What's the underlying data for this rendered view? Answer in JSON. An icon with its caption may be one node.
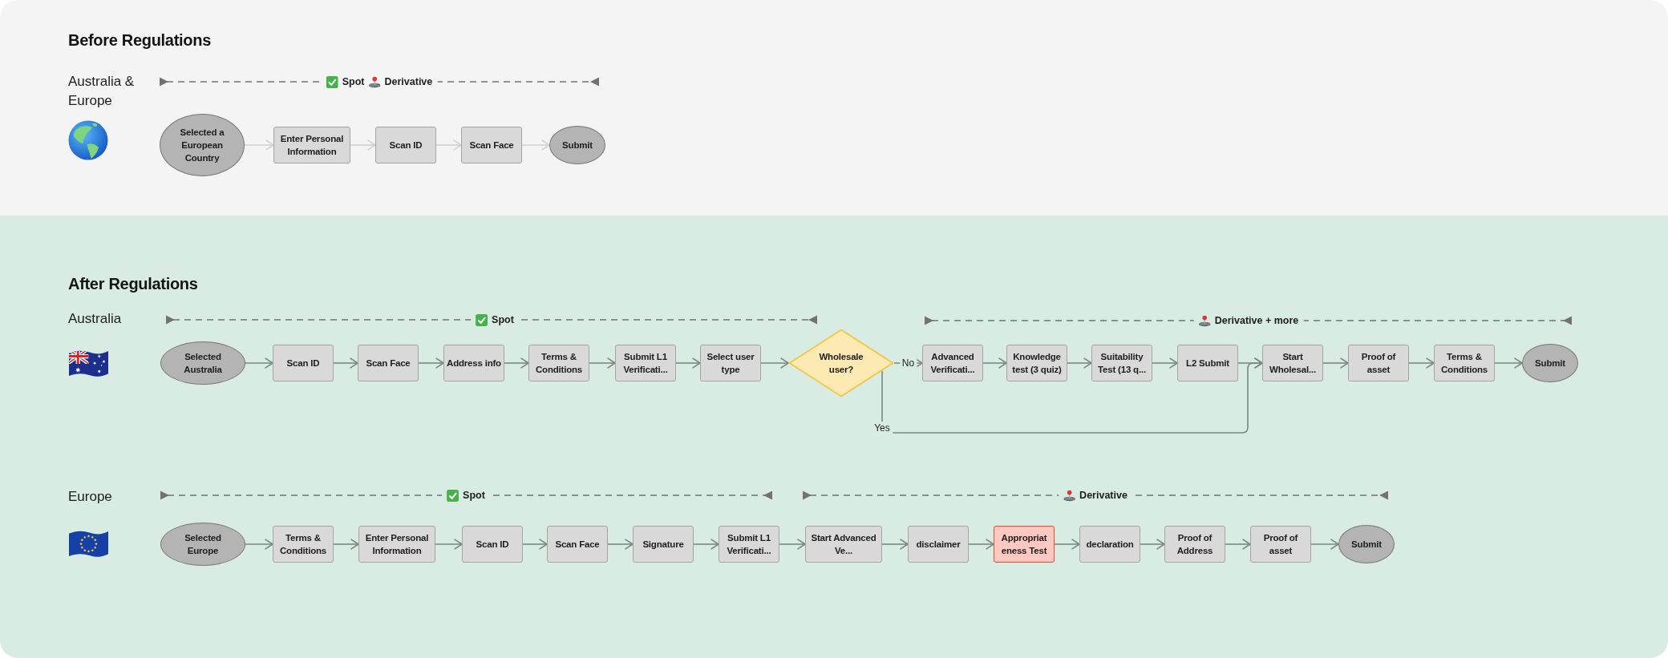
{
  "diagram": {
    "nodes": [
      {
        "text": [
          "Before Regulations"
        ]
      },
      {
        "text": [
          "Selected a European Country"
        ],
        "in": 0
      },
      {
        "text": [
          "Enter Personal Information"
        ],
        "in": 0
      },
      {
        "text": [
          "Scan ID"
        ],
        "in": 0
      },
      {
        "text": [
          "Scan Face"
        ],
        "in": 0
      },
      {
        "text": [
          "Submit"
        ],
        "in": 0
      },
      {
        "text": [
          "After Regulations"
        ]
      },
      {
        "text": [
          "Selected Australia"
        ],
        "in": 6
      },
      {
        "text": [
          "Scan ID"
        ],
        "in": 6
      },
      {
        "text": [
          "Scan Face"
        ],
        "in": 6
      },
      {
        "text": [
          "Address info"
        ],
        "in": 6
      },
      {
        "text": [
          "Terms & Conditions"
        ],
        "in": 6
      },
      {
        "text": [
          "Submit L1 Verificati..."
        ],
        "in": 6
      },
      {
        "text": [
          "Select user type"
        ],
        "in": 6
      },
      {
        "text": [
          "Wholesale user?"
        ],
        "in": 6
      },
      {
        "text": [
          "Advanced Verificati..."
        ],
        "in": 6
      },
      {
        "text": [
          "Knowledge test (3 quiz)"
        ],
        "in": 6
      },
      {
        "text": [
          "Suitability Test (13 q..."
        ],
        "in": 6
      },
      {
        "text": [
          "L2 Submit"
        ],
        "in": 6
      },
      {
        "text": [
          "Start Wholesal..."
        ],
        "in": 6
      },
      {
        "text": [
          "Proof of asset"
        ],
        "in": 6
      },
      {
        "text": [
          "Terms & Conditions"
        ],
        "in": 6
      },
      {
        "text": [
          "Submit"
        ],
        "in": 6
      },
      {
        "text": [
          "Selected Europe"
        ],
        "in": 6
      },
      {
        "text": [
          "Terms & Conditions"
        ],
        "in": 6
      },
      {
        "text": [
          "Enter Personal Information"
        ],
        "in": 6
      },
      {
        "text": [
          "Scan ID"
        ],
        "in": 6
      },
      {
        "text": [
          "Scan Face"
        ],
        "in": 6
      },
      {
        "text": [
          "Signature"
        ],
        "in": 6
      },
      {
        "text": [
          "Submit L1 Verificati..."
        ],
        "in": 6
      },
      {
        "text": [
          "Start Advanced Ve..."
        ],
        "in": 6
      },
      {
        "text": [
          "disclaimer"
        ],
        "in": 6
      },
      {
        "text": [
          "Appropriateness Test"
        ],
        "in": 6
      },
      {
        "text": [
          "declaration"
        ],
        "in": 6
      },
      {
        "text": [
          "Proof of Address"
        ],
        "in": 6
      },
      {
        "text": [
          "Proof of asset"
        ],
        "in": 6
      },
      {
        "text": [
          "Submit"
        ],
        "in": 6
      }
    ],
    "edges": [
      {
        "from": 1,
        "to": 2,
        "arrow": "to",
        "color": "#d0d0d0"
      },
      {
        "from": 2,
        "to": 3,
        "arrow": "to",
        "color": "#d0d0d0"
      },
      {
        "from": 3,
        "to": 4,
        "arrow": "to",
        "color": "#d0d0d0"
      },
      {
        "from": 4,
        "to": 5,
        "arrow": "to",
        "color": "#d0d0d0"
      },
      {
        "from": 7,
        "to": 8,
        "arrow": "to"
      },
      {
        "from": 8,
        "to": 9,
        "arrow": "to"
      },
      {
        "from": 9,
        "to": 10,
        "arrow": "to"
      },
      {
        "from": 10,
        "to": 11,
        "arrow": "to"
      },
      {
        "from": 11,
        "to": 12,
        "arrow": "to"
      },
      {
        "from": 12,
        "to": 13,
        "arrow": "to"
      },
      {
        "from": 13,
        "to": 14,
        "arrow": "to"
      },
      {
        "from": 14,
        "to": 15,
        "arrow": "to",
        "label": "No"
      },
      {
        "from": 15,
        "to": 16,
        "arrow": "to"
      },
      {
        "from": 16,
        "to": 17,
        "arrow": "to"
      },
      {
        "from": 17,
        "to": 18,
        "arrow": "to"
      },
      {
        "from": 18,
        "to": 19,
        "arrow": "to"
      },
      {
        "from": 19,
        "to": 20,
        "arrow": "to"
      },
      {
        "from": 20,
        "to": 21,
        "arrow": "to"
      },
      {
        "from": 21,
        "to": 22,
        "arrow": "to"
      },
      {
        "from": 14,
        "to": 19,
        "arrow": "to",
        "label": "Yes"
      },
      {
        "from": 23,
        "to": 24,
        "arrow": "to"
      },
      {
        "from": 24,
        "to": 25,
        "arrow": "to"
      },
      {
        "from": 25,
        "to": 26,
        "arrow": "to"
      },
      {
        "from": 26,
        "to": 27,
        "arrow": "to"
      },
      {
        "from": 27,
        "to": 28,
        "arrow": "to"
      },
      {
        "from": 28,
        "to": 29,
        "arrow": "to"
      },
      {
        "from": 29,
        "to": 30,
        "arrow": "to"
      },
      {
        "from": 30,
        "to": 31,
        "arrow": "to"
      },
      {
        "from": 31,
        "to": 32,
        "arrow": "to"
      },
      {
        "from": 32,
        "to": 33,
        "arrow": "to"
      },
      {
        "from": 33,
        "to": 34,
        "arrow": "to"
      },
      {
        "from": 34,
        "to": 35,
        "arrow": "to"
      },
      {
        "from": 35,
        "to": 36,
        "arrow": "to"
      }
    ],
    "labels": [
      "Australia & Europe",
      "Spot",
      "Derivative",
      "Australia",
      "Spot",
      "Derivative + more",
      "Europe",
      "Spot",
      "Derivative"
    ]
  }
}
